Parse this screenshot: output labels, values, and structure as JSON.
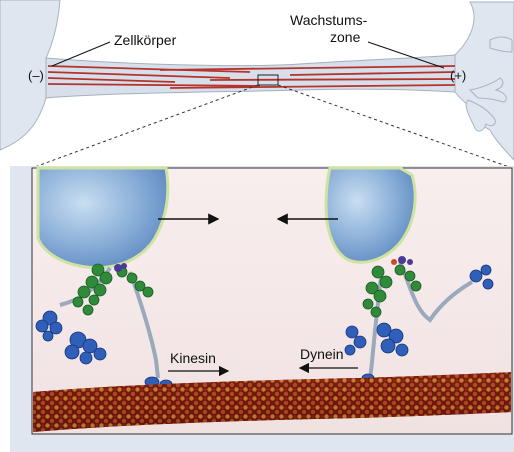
{
  "labels": {
    "cell_body": "Zellkörper",
    "growth_zone_line1": "Wachstums-",
    "growth_zone_line2": "zone",
    "minus_end": "(–)",
    "plus_end": "(+)",
    "kinesin": "Kinesin",
    "dynein": "Dynein"
  },
  "colors": {
    "sky_background": "#dfe6ef",
    "axon_fill": "#c7d3df",
    "microtubule_line": "#b5332b",
    "inset_background": "#f6ecec",
    "vesicle_fill": "#7fa6d2",
    "vesicle_rim": "#cfe3a0",
    "motor_green": "#2f8a3a",
    "motor_blue": "#2f5fb8",
    "tubule_red": "#8a1c12",
    "tubule_gold": "#c6902a"
  }
}
